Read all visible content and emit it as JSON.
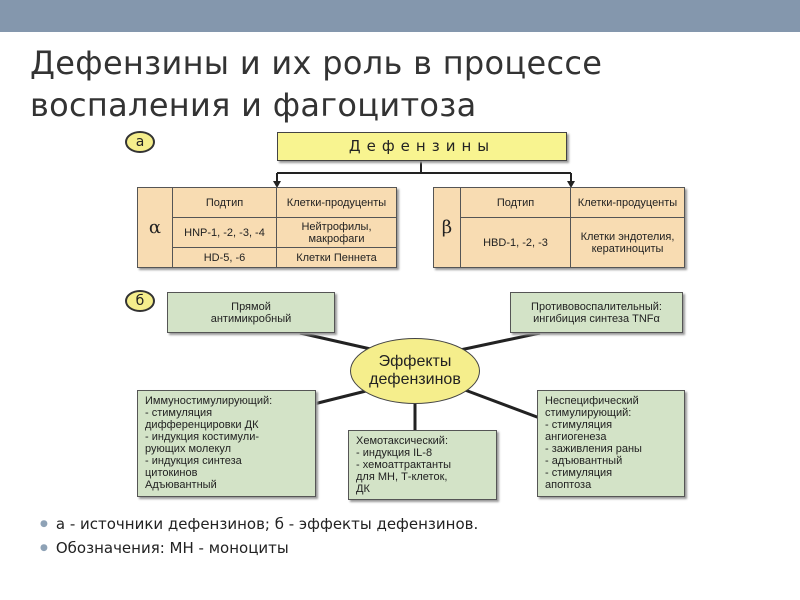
{
  "title": {
    "line1": "Дефензины и их роль в процессе",
    "line2": "воспаления и фагоцитоза"
  },
  "diagram_a": {
    "marker": "а",
    "header": "Дефензины",
    "alpha": {
      "symbol": "α",
      "col_subtype": "Подтип",
      "col_cells": "Клетки-продуценты",
      "rows": [
        {
          "subtype": "HNP-1, -2, -3, -4",
          "cells": "Нейтрофилы, макрофаги"
        },
        {
          "subtype": "HD-5, -6",
          "cells": "Клетки Пеннета"
        }
      ]
    },
    "beta": {
      "symbol": "β",
      "col_subtype": "Подтип",
      "col_cells": "Клетки-продуценты",
      "rows": [
        {
          "subtype": "HBD-1, -2, -3",
          "cells": "Клетки эндотелия, кератиноциты"
        }
      ]
    }
  },
  "diagram_b": {
    "marker": "б",
    "center": "Эффекты\nдефензинов",
    "direct": "Прямой\nантимикробный",
    "anti_inflammatory": "Противовоспалительный:\nингибиция синтеза TNFα",
    "immuno": "Иммуностимулирующий:\n- стимуляция\n   дифференцировки ДК\n- индукция костимули-\n   рующих молекул\n- индукция синтеза\n   цитокинов\nАдъювантный",
    "chemotactic": "Хемотаксический:\n- индукция IL-8\n- хемоаттрактанты\n   для МН, Т-клеток,\n   ДК",
    "nonspecific": "Неспецифический\nстимулирующий:\n- стимуляция\n   ангиогенеза\n- заживления раны\n- адъювантный\n- стимуляция\n   апоптоза"
  },
  "bullets": [
    "а - источники дефензинов; б - эффекты дефензинов.",
    "Обозначения: МН - моноциты"
  ]
}
